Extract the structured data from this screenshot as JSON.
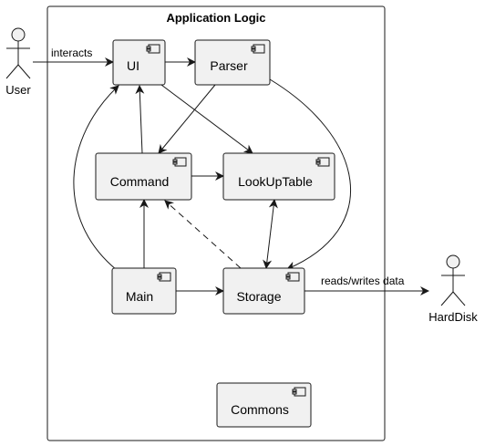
{
  "diagram": {
    "package_label": "Application Logic",
    "actors": {
      "user": "User",
      "harddisk": "HardDisk"
    },
    "components": {
      "ui": "UI",
      "parser": "Parser",
      "command": "Command",
      "lookuptable": "LookUpTable",
      "main": "Main",
      "storage": "Storage",
      "commons": "Commons"
    },
    "edge_labels": {
      "interacts": "interacts",
      "reads_writes": "reads/writes data"
    },
    "colors": {
      "component_fill": "#f1f1f1",
      "stroke": "#181818",
      "background": "#ffffff"
    }
  }
}
